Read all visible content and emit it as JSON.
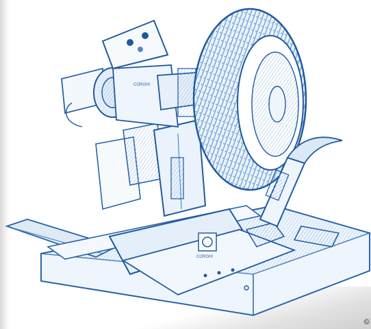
{
  "image": {
    "subject": "truck-tire-changer-machine-sketch",
    "style": "blue-pencil-drawing"
  },
  "colors": {
    "ink_dark": "#1f5a9e",
    "ink_mid": "#4f8ccb",
    "ink_light": "#a9c9ea",
    "paper": "#ffffff",
    "shadow": "#d3d3d3"
  },
  "labels": {
    "control_plate_text": "CORGHI",
    "column_plate_text": "CORGHI",
    "corner_mark": "©"
  }
}
